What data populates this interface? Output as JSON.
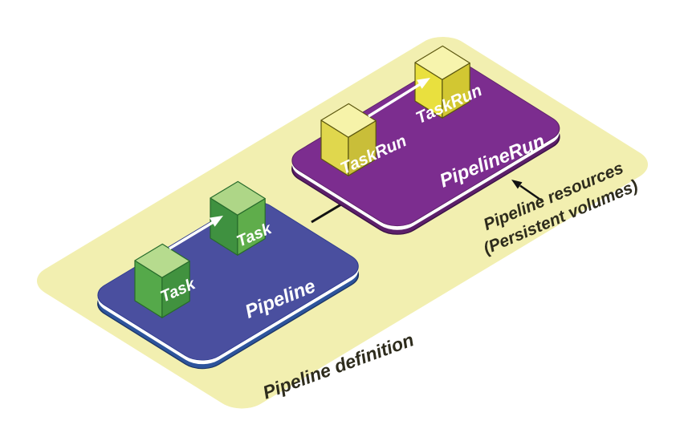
{
  "diagram": {
    "title_hint": "Tekton pipeline concept diagram",
    "palette": {
      "base_plane": "#f2efb0",
      "pipeline_center": "#45c2ef",
      "pipeline_edge": "#4a4f9f",
      "pipeline_side": "#2d549c",
      "pipelinerun_center": "#ef5596",
      "pipelinerun_edge": "#7c2d8f",
      "pipelinerun_side": "#5c1f6a",
      "task_cube_top": "#b6db8e",
      "task_cube_left": "#55a94a",
      "task_cube_right": "#41923f",
      "taskrun_cube_top": "#f6f3a9",
      "taskrun_cube_left": "#e4da4d",
      "taskrun_cube_right": "#c9be39",
      "label_light": "#ffffff",
      "label_dark": "#2e2c1d"
    },
    "planes": {
      "base": {
        "caption": "Pipeline definition"
      },
      "pipeline": {
        "label": "Pipeline",
        "tasks": [
          "Task",
          "Task"
        ]
      },
      "pipeline_run": {
        "label": "PipelineRun",
        "task_runs": [
          "TaskRun",
          "TaskRun"
        ]
      }
    },
    "annotation": {
      "line1": "Pipeline resources",
      "line2": "(Persistent volumes)"
    }
  }
}
